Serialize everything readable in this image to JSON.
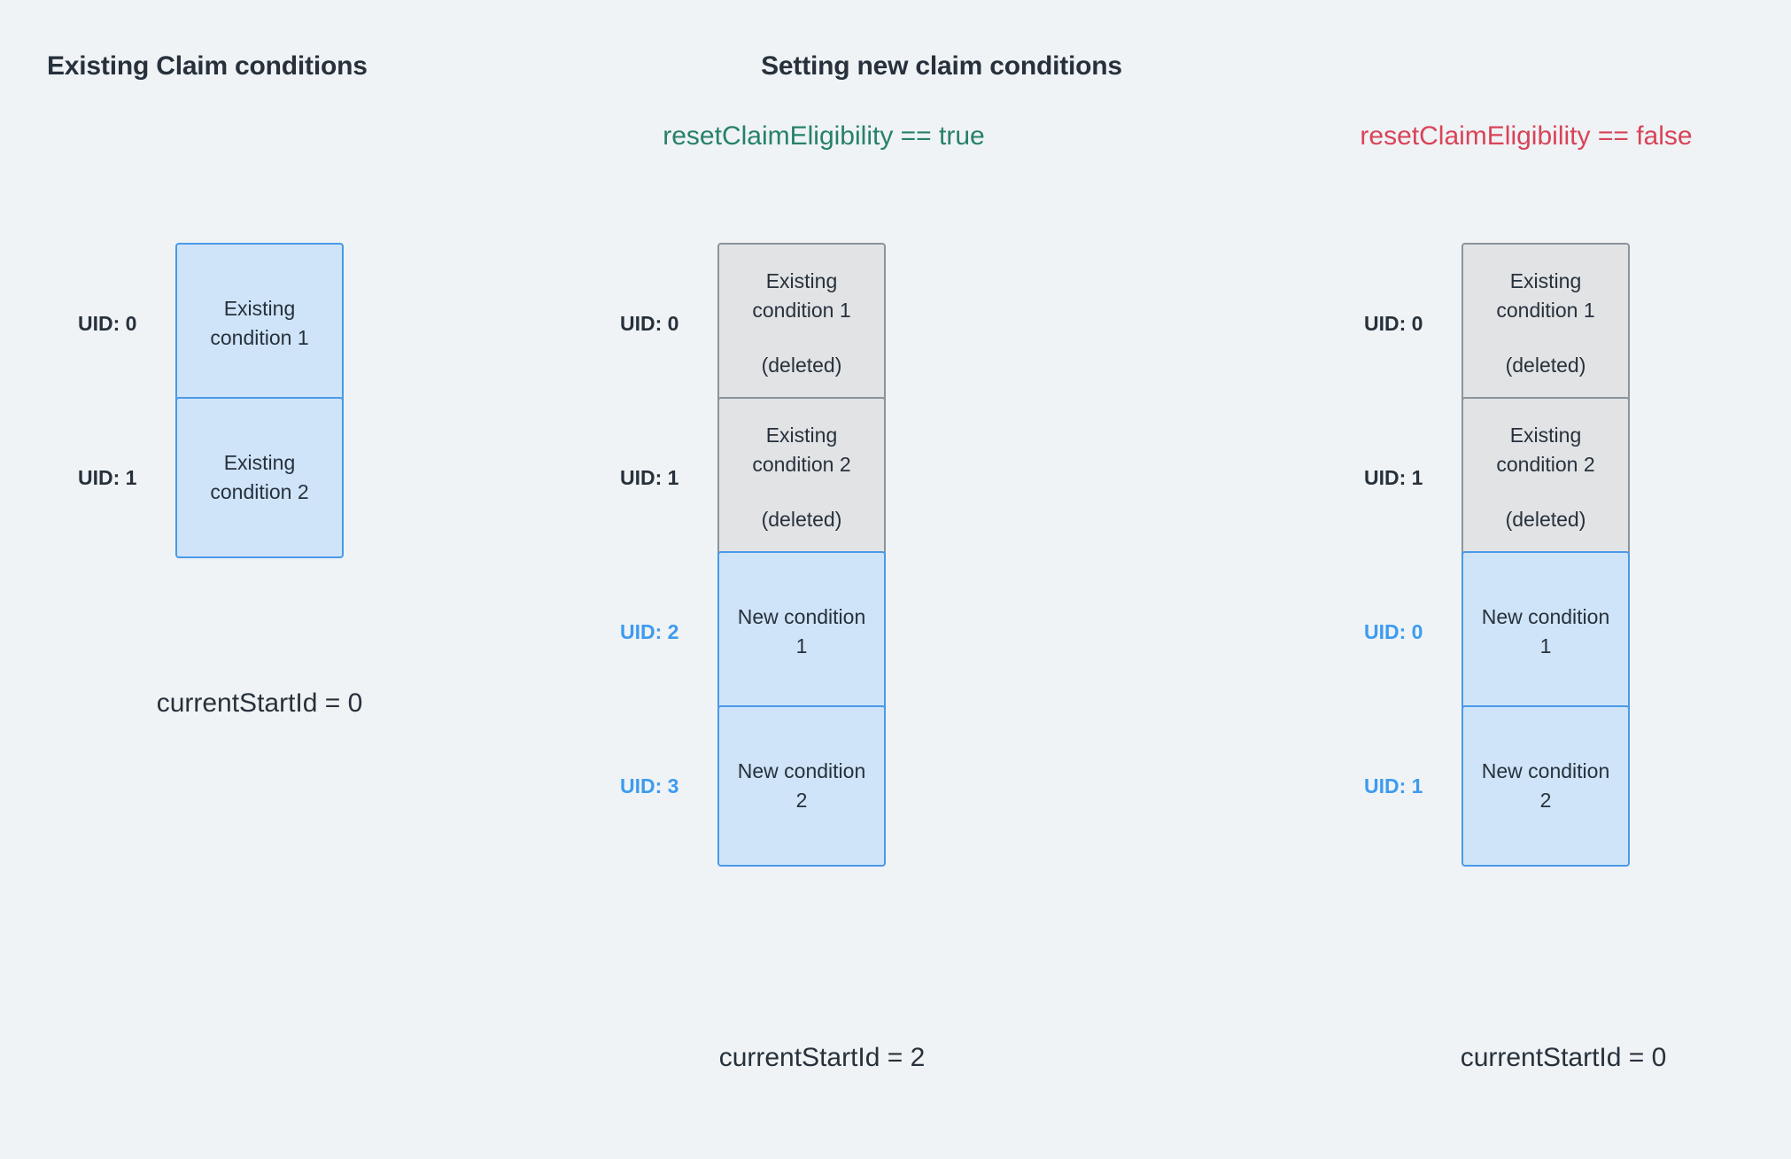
{
  "columns": {
    "existing": {
      "title": "Existing Claim conditions",
      "rows": [
        {
          "uid": "UID: 0",
          "title_line1": "Existing",
          "title_line2": "condition 1",
          "deleted_tag": "",
          "state": "active"
        },
        {
          "uid": "UID: 1",
          "title_line1": "Existing",
          "title_line2": "condition 2",
          "deleted_tag": "",
          "state": "active"
        }
      ],
      "start_id": "currentStartId = 0"
    },
    "reset_true": {
      "condition": "resetClaimEligibility == true",
      "rows": [
        {
          "uid": "UID: 0",
          "title_line1": "Existing",
          "title_line2": "condition 1",
          "deleted_tag": "(deleted)",
          "state": "deleted"
        },
        {
          "uid": "UID: 1",
          "title_line1": "Existing",
          "title_line2": "condition 2",
          "deleted_tag": "(deleted)",
          "state": "deleted"
        },
        {
          "uid": "UID: 2",
          "title_line1": "New condition",
          "title_line2": "1",
          "deleted_tag": "",
          "state": "new"
        },
        {
          "uid": "UID: 3",
          "title_line1": "New condition",
          "title_line2": "2",
          "deleted_tag": "",
          "state": "new"
        }
      ],
      "start_id": "currentStartId = 2"
    },
    "reset_false": {
      "condition": "resetClaimEligibility == false",
      "rows": [
        {
          "uid": "UID: 0",
          "title_line1": "Existing",
          "title_line2": "condition 1",
          "deleted_tag": "(deleted)",
          "state": "deleted"
        },
        {
          "uid": "UID: 1",
          "title_line1": "Existing",
          "title_line2": "condition 2",
          "deleted_tag": "(deleted)",
          "state": "deleted"
        },
        {
          "uid": "UID: 0",
          "title_line1": "New condition",
          "title_line2": "1",
          "deleted_tag": "",
          "state": "new"
        },
        {
          "uid": "UID: 1",
          "title_line1": "New condition",
          "title_line2": "2",
          "deleted_tag": "",
          "state": "new"
        }
      ],
      "start_id": "currentStartId = 0"
    }
  },
  "header": {
    "new_conditions_title": "Setting new claim conditions"
  },
  "colors": {
    "background": "#eff3f5",
    "text_dark": "#27313c",
    "accent_blue": "#4a9ae8",
    "uid_new_blue": "#3d9bef",
    "box_blue_fill": "#cfe4f8",
    "box_gray_fill": "#e1e3e5",
    "box_gray_border": "#8b949c",
    "true_green": "#27806c",
    "false_red": "#d94359"
  }
}
